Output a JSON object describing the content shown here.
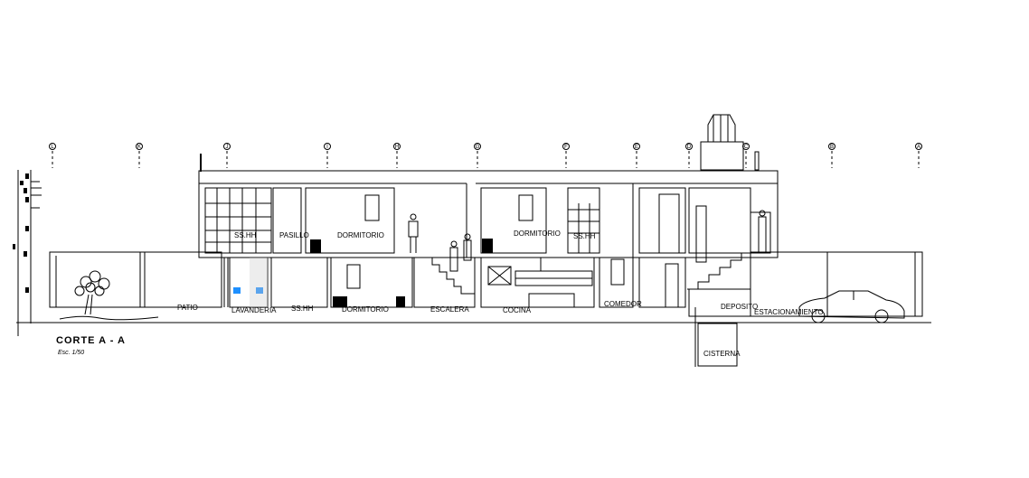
{
  "drawing": {
    "title": "CORTE A - A",
    "scale": "Esc. 1/50"
  },
  "axes": [
    "L",
    "K",
    "J",
    "I",
    "H",
    "G",
    "F",
    "E",
    "D",
    "C",
    "B",
    "A"
  ],
  "rooms": {
    "upper": [
      "SS.HH",
      "PASILLO",
      "DORMITORIO",
      "DORMITORIO",
      "SS.HH"
    ],
    "lower": [
      "PATIO",
      "LAVANDERIA",
      "SS.HH",
      "DORMITORIO",
      "ESCALERA",
      "COCINA",
      "COMEDOR",
      "DEPOSITO",
      "ESTACIONAMIENTO"
    ],
    "basement": [
      "CISTERNA"
    ]
  },
  "colors": {
    "line": "#000000",
    "highlight": "#1e90ff"
  }
}
